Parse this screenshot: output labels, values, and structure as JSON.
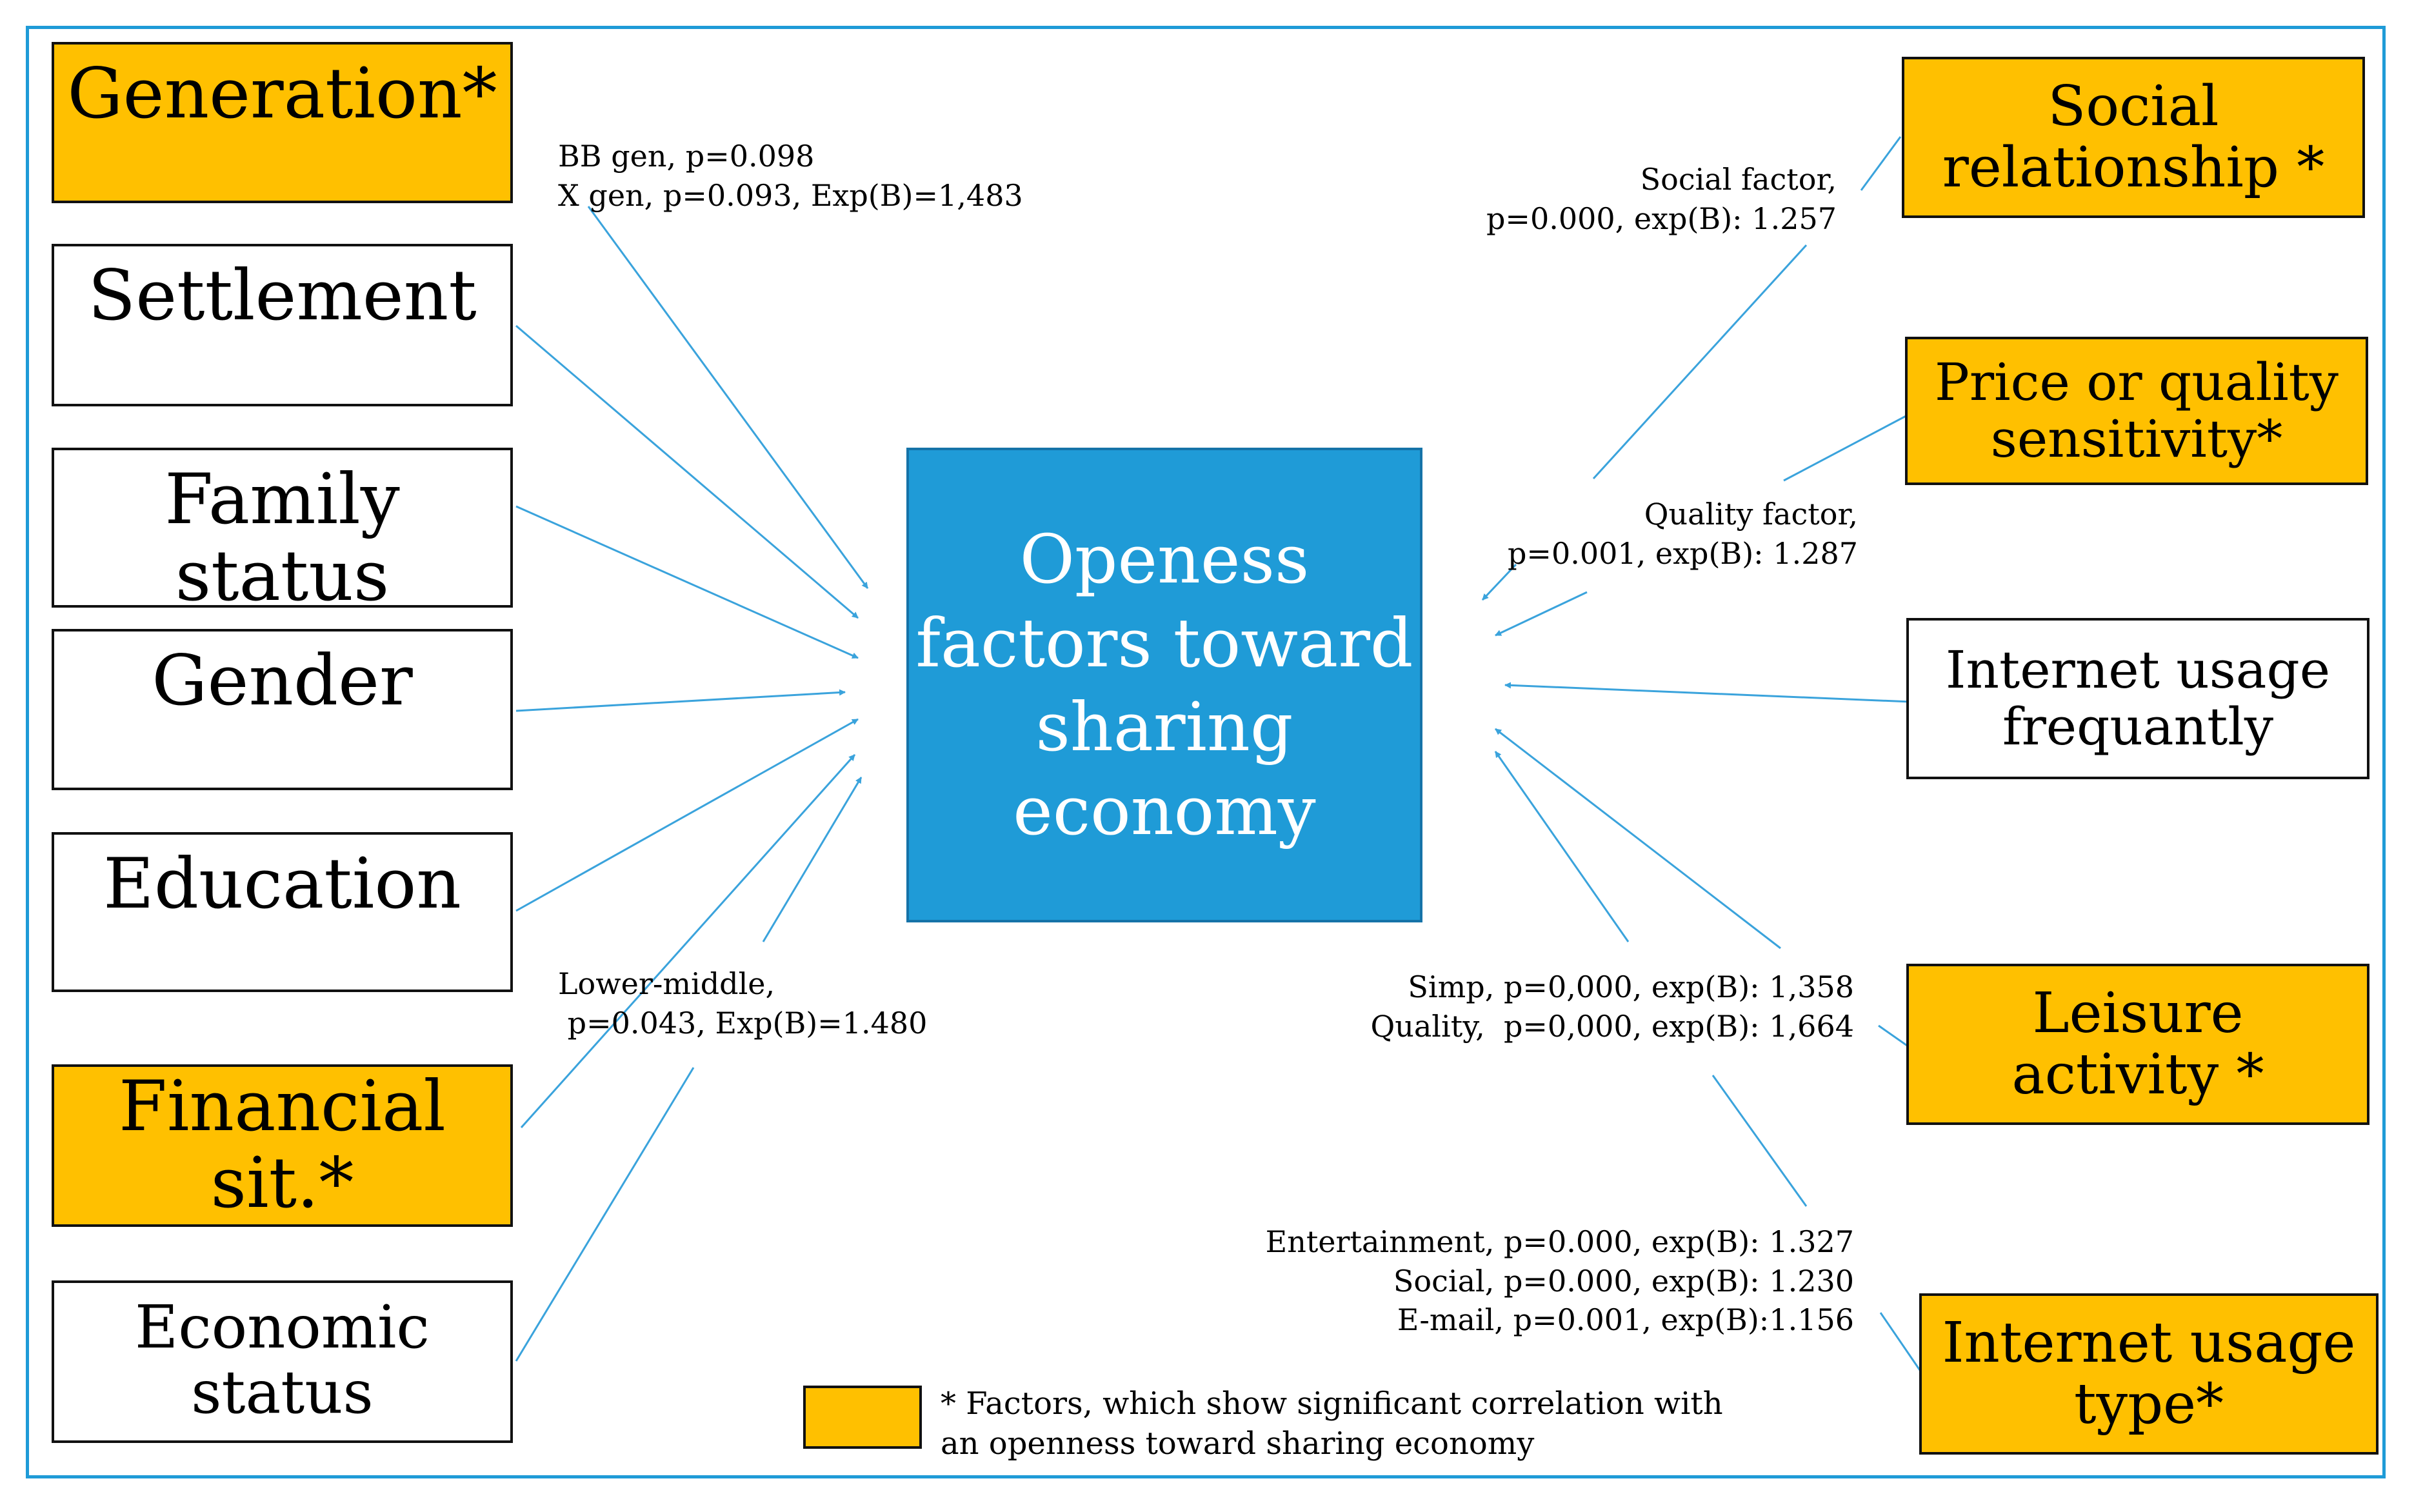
{
  "diagram": {
    "center": {
      "label": "Openess\nfactors toward\nsharing\neconomy"
    },
    "left_boxes": [
      {
        "id": "generation",
        "label": "Generation*",
        "highlight": true
      },
      {
        "id": "settlement",
        "label": "Settlement",
        "highlight": false
      },
      {
        "id": "family-status",
        "label": "Family status",
        "highlight": false
      },
      {
        "id": "gender",
        "label": "Gender",
        "highlight": false
      },
      {
        "id": "education",
        "label": "Education",
        "highlight": false
      },
      {
        "id": "financial-sit",
        "label": "Financial sit.*",
        "highlight": true
      },
      {
        "id": "economic-status",
        "label": "Economic status",
        "highlight": false
      }
    ],
    "right_boxes": [
      {
        "id": "social-relationship",
        "label": "Social\nrelationship *",
        "highlight": true
      },
      {
        "id": "price-quality",
        "label": "Price or quality\nsensitivity*",
        "highlight": true
      },
      {
        "id": "internet-frequency",
        "label": "Internet usage\nfrequantly",
        "highlight": false
      },
      {
        "id": "leisure-activity",
        "label": "Leisure\nactivity *",
        "highlight": true
      },
      {
        "id": "internet-type",
        "label": "Internet usage\ntype*",
        "highlight": true
      }
    ],
    "annotations": {
      "generation": "BB gen, p=0.098\nX gen, p=0.093, Exp(B)=1,483",
      "financial": "Lower-middle,\n p=0.043, Exp(B)=1.480",
      "social": "Social factor,\np=0.000, exp(B): 1.257",
      "quality": "Quality factor,\np=0.001, exp(B): 1.287",
      "leisure": "Simp, p=0,000, exp(B): 1,358\nQuality,  p=0,000, exp(B): 1,664",
      "internet_type": "Entertainment, p=0.000, exp(B): 1.327\nSocial, p=0.000, exp(B): 1.230\nE-mail, p=0.001, exp(B):1.156"
    },
    "legend": {
      "text": "* Factors, which show significant correlation with\nan openness toward sharing economy"
    },
    "colors": {
      "highlight": "#ffc000",
      "center": "#1f9bd7",
      "arrow": "#3aa3dc",
      "frame": "#1f9bd7"
    }
  }
}
